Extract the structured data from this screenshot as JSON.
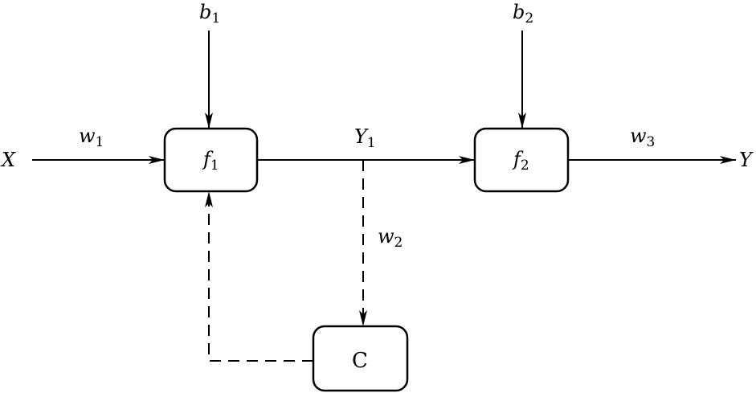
{
  "diagram": {
    "type": "block-diagram",
    "nodes": [
      {
        "id": "f1",
        "label": "f",
        "sub": "1"
      },
      {
        "id": "f2",
        "label": "f",
        "sub": "2"
      },
      {
        "id": "C",
        "label": "C",
        "sub": ""
      }
    ],
    "signals": {
      "input": {
        "label": "X",
        "sub": ""
      },
      "output": {
        "label": "Y",
        "sub": ""
      },
      "intermediate": {
        "label": "Y",
        "sub": "1"
      },
      "bias1": {
        "label": "b",
        "sub": "1"
      },
      "bias2": {
        "label": "b",
        "sub": "2"
      }
    },
    "weights": {
      "w1": {
        "label": "w",
        "sub": "1"
      },
      "w2": {
        "label": "w",
        "sub": "2"
      },
      "w3": {
        "label": "w",
        "sub": "3"
      }
    },
    "edges": [
      {
        "from": "X",
        "to": "f1",
        "label": "w1",
        "style": "solid"
      },
      {
        "from": "b1",
        "to": "f1",
        "style": "solid"
      },
      {
        "from": "f1",
        "to": "f2",
        "label": "Y1",
        "style": "solid"
      },
      {
        "from": "b2",
        "to": "f2",
        "style": "solid"
      },
      {
        "from": "f2",
        "to": "Y",
        "label": "w3",
        "style": "solid"
      },
      {
        "from": "Y1",
        "to": "C",
        "label": "w2",
        "style": "dashed"
      },
      {
        "from": "C",
        "to": "f1",
        "style": "dashed"
      }
    ]
  }
}
